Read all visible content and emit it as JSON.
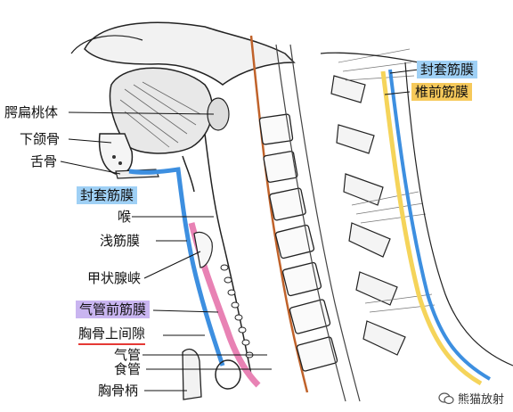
{
  "labels": {
    "palatine_tonsil": "腭扁桃体",
    "mandible": "下颌骨",
    "hyoid": "舌骨",
    "investing_fascia_left": "封套筋膜",
    "throat": "喉",
    "superficial_fascia": "浅筋膜",
    "thyroid_isthmus": "甲状腺峡",
    "pretracheal_fascia": "气管前筋膜",
    "suprasternal_space": "胸骨上间隙",
    "trachea": "气管",
    "esophagus": "食管",
    "manubrium": "胸骨柄",
    "investing_fascia_right": "封套筋膜",
    "prevertebral_fascia": "椎前筋膜"
  },
  "watermark": "熊猫放射",
  "colors": {
    "investing_fascia": "#3d8fe0",
    "pretracheal_fascia": "#e882b4",
    "prevertebral_fascia": "#f5d45a",
    "vertebral_line": "#c0622a",
    "highlight_blue": "#9fd0f5",
    "highlight_purple": "#c9b5f0",
    "highlight_yellow": "#f6c95a",
    "underline_red": "#e53935"
  }
}
